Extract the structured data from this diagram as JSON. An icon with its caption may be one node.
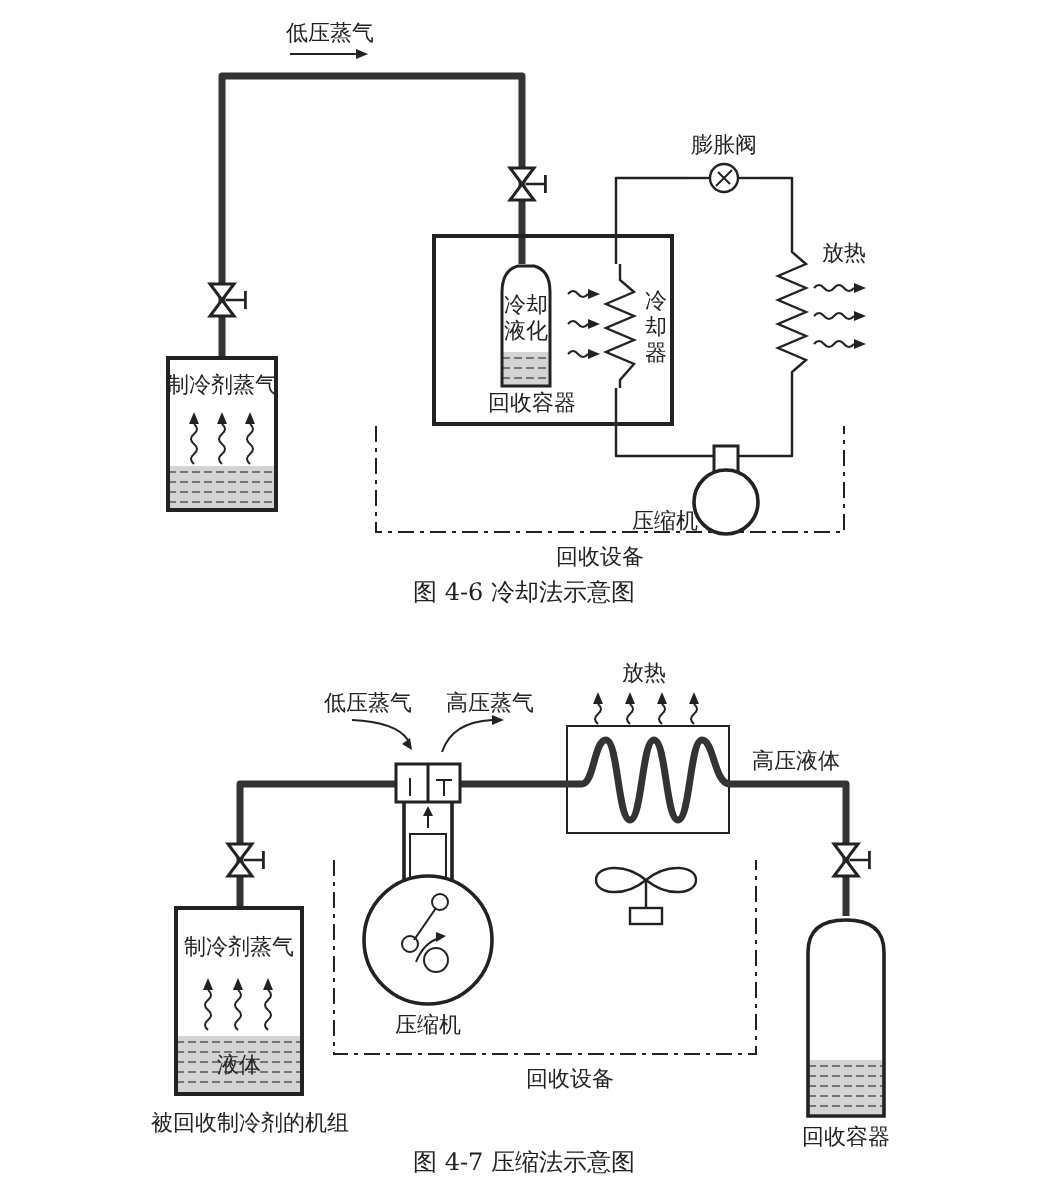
{
  "diagram": {
    "nodes": [
      {
        "text": [
          "制冷剂蒸气"
        ]
      },
      {
        "text": [
          "回收容器"
        ]
      },
      {
        "text": [
          "冷却液化"
        ],
        "in": 1
      },
      {
        "text": [
          "冷却器"
        ],
        "in": 1
      },
      {
        "text": [
          "膨胀阀"
        ]
      },
      {
        "text": [
          "放热"
        ]
      },
      {
        "text": [
          "压缩机"
        ]
      },
      {
        "text": [
          "制冷剂蒸气",
          "液体"
        ],
        "beside": [
          "被回收制冷剂的机组"
        ]
      },
      {
        "text": [
          "压缩机"
        ]
      },
      {
        "text": [
          "放热"
        ]
      },
      {
        "text": [
          "回收容器"
        ]
      }
    ],
    "edges": [
      {
        "from": 0,
        "to": 2,
        "arrow": "none",
        "label": "低压蒸气",
        "style": "thick"
      },
      {
        "from": 3,
        "to": 6,
        "arrow": "none"
      },
      {
        "from": 6,
        "to": 5,
        "arrow": "none"
      },
      {
        "from": 5,
        "to": 4,
        "arrow": "none"
      },
      {
        "from": 4,
        "to": 3,
        "arrow": "none"
      },
      {
        "from": 7,
        "to": 8,
        "arrow": "none",
        "style": "thick"
      },
      {
        "from": 8,
        "to": 9,
        "arrow": "none",
        "style": "thick"
      },
      {
        "from": 9,
        "to": 10,
        "arrow": "none",
        "label": "高压液体",
        "style": "thick"
      }
    ],
    "labels": [
      "回收设备",
      "图 4-6 冷却法示意图",
      "低压蒸气",
      "高压蒸气",
      "回收设备",
      "图 4-7 压缩法示意图"
    ]
  }
}
